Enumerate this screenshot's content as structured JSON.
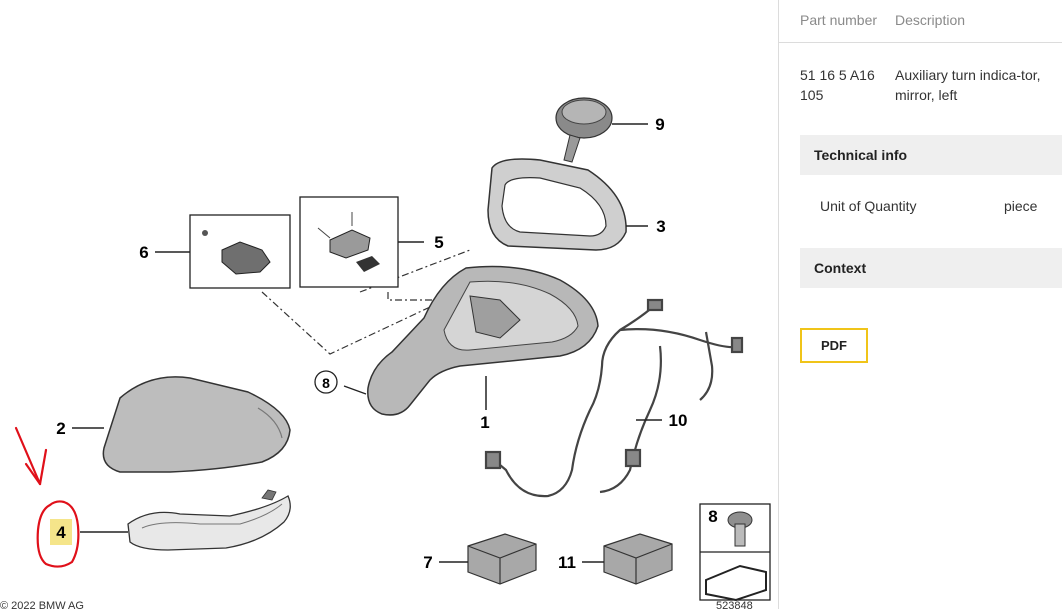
{
  "table": {
    "col_part_number": "Part number",
    "col_description": "Description",
    "part_number": "51 16 5 A16 105",
    "description": "Auxiliary turn indica-tor, mirror, left"
  },
  "technical_info": {
    "title": "Technical info",
    "unit_label": "Unit of Quantity",
    "unit_value": "piece"
  },
  "context": {
    "title": "Context",
    "pdf_label": "PDF"
  },
  "diagram": {
    "copyright": "© 2022 BMW AG",
    "drawing_number": "523848",
    "callouts": {
      "c1": "1",
      "c2": "2",
      "c3": "3",
      "c4": "4",
      "c5": "5",
      "c6": "6",
      "c7": "7",
      "c8": "8",
      "c8b": "8",
      "c9": "9",
      "c10": "10",
      "c11": "11"
    },
    "highlight_color": "#f5e58a",
    "annotation_color": "#e0101a"
  }
}
